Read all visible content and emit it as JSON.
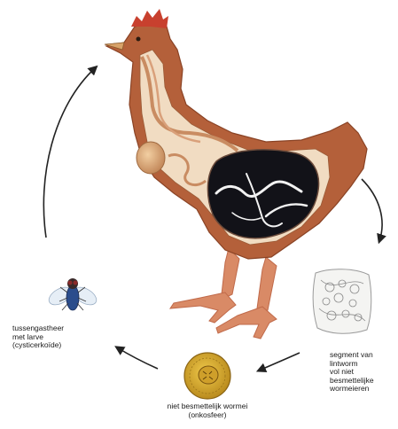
{
  "labels": {
    "intermediate_host": [
      "tussengastheer",
      "met larve",
      "(cysticerkoïde)"
    ],
    "segment": [
      "segment van",
      "lintworm",
      "vol niet",
      "besmettelijke",
      "wormeieren"
    ],
    "egg": [
      "niet besmettelijk wormei",
      "(onkosfeer)"
    ]
  },
  "colors": {
    "chicken_body": "#b4603a",
    "chicken_inner": "#f1dcc2",
    "digestive_tract": "#c98c62",
    "gizzard": "#e2b486",
    "intestine_cavity": "#121218",
    "tapeworm": "#f2f2f2",
    "comb": "#c8402e",
    "legs": "#d07a5a",
    "egg": "#d9ae2e",
    "fly_body": "#2b4d8c",
    "cycle_arrows": "#222222"
  },
  "icons": [
    "chicken-anatomy-icon",
    "fly-icon",
    "tapeworm-segment-icon",
    "worm-egg-icon"
  ]
}
